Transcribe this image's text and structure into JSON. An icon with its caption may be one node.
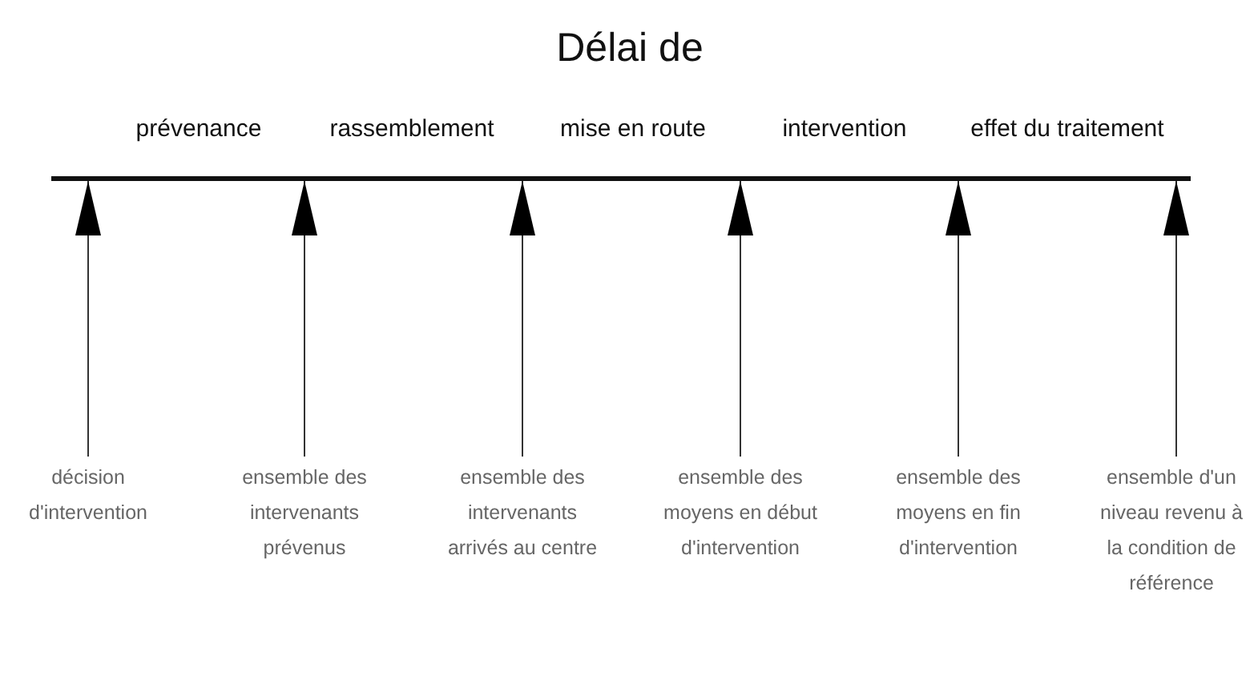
{
  "diagram": {
    "title": "Délai de",
    "nodes": [
      {
        "text": [],
        "shape": "bar"
      },
      {
        "text": [
          "décision d'intervention"
        ]
      },
      {
        "text": [
          "ensemble des intervenants prévenus"
        ]
      },
      {
        "text": [
          "ensemble des intervenants arrivés au centre"
        ]
      },
      {
        "text": [
          "ensemble des moyens en début d'intervention"
        ]
      },
      {
        "text": [
          "ensemble des moyens en fin d'intervention"
        ]
      },
      {
        "text": [
          "ensemble d'un niveau revenu à la condition de référence"
        ]
      }
    ],
    "edges": [
      {
        "from": 1,
        "to": 0,
        "arrow": "to"
      },
      {
        "from": 2,
        "to": 0,
        "arrow": "to"
      },
      {
        "from": 3,
        "to": 0,
        "arrow": "to"
      },
      {
        "from": 4,
        "to": 0,
        "arrow": "to"
      },
      {
        "from": 5,
        "to": 0,
        "arrow": "to"
      },
      {
        "from": 6,
        "to": 0,
        "arrow": "to"
      }
    ],
    "labels": [
      "prévenance",
      "rassemblement",
      "mise en route",
      "intervention",
      "effet du traitement"
    ]
  }
}
